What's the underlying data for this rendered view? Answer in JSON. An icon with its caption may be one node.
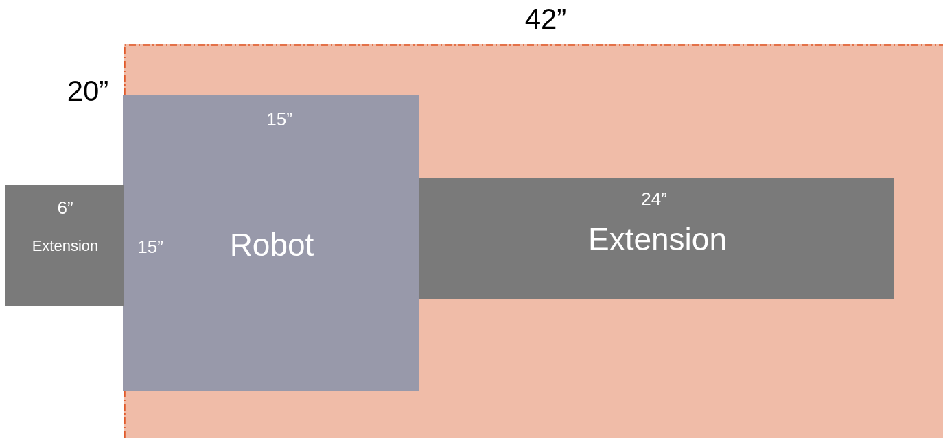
{
  "diagram": {
    "nodes": [
      {
        "text": [],
        "shape": "box"
      },
      {
        "text": [
          "15”",
          "15”",
          "Robot"
        ],
        "in": 0
      },
      {
        "text": [
          "6”",
          "Extension"
        ]
      },
      {
        "text": [
          "24”",
          "Extension"
        ],
        "in": 0
      }
    ],
    "labels": [
      "42”",
      "20”"
    ]
  }
}
